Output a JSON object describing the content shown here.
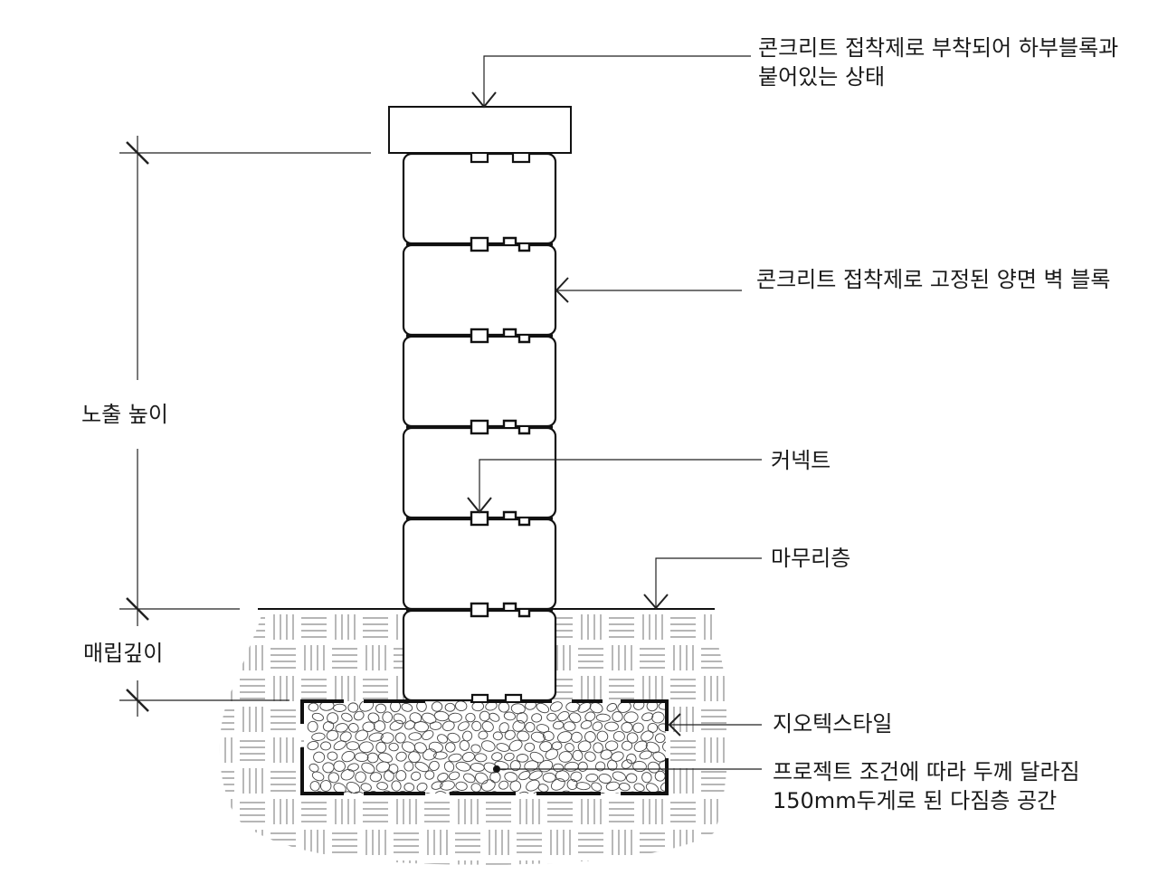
{
  "labels": {
    "cap_line1": "콘크리트 접착제로 부착되어 하부블록과",
    "cap_line2": "붙어있는 상태",
    "wall_blocks": "콘크리트 접착제로 고정된 양면 벽 블록",
    "connector": "커넥트",
    "finish_layer": "마무리층",
    "geotextile": "지오텍스타일",
    "base_line1": "프로젝트 조건에 따라 두께 달라짐",
    "base_line2": "150mm두게로 된 다짐층 공간",
    "exposed_height": "노출 높이",
    "embed_depth": "매립깊이"
  },
  "diagram": {
    "wall_block_count": 6,
    "colors": {
      "line": "#111111",
      "hatch": "#8a8a8a",
      "gravel": "#444444",
      "text": "#1a1a1a"
    }
  }
}
